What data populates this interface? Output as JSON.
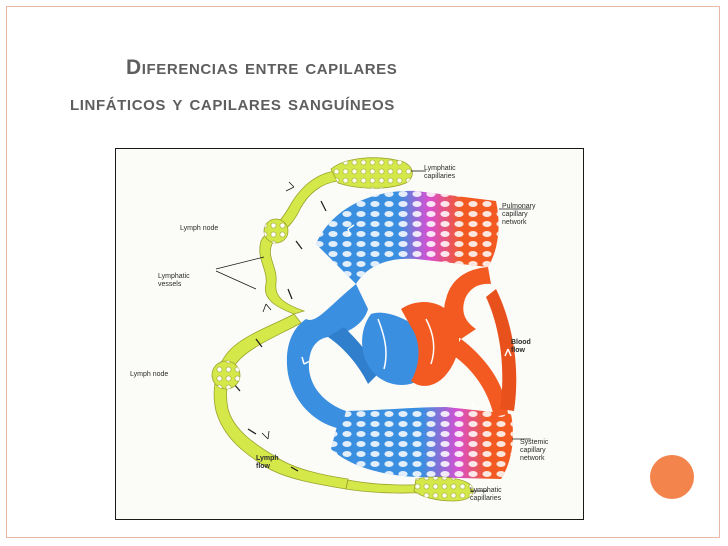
{
  "slide": {
    "title_line1": "Diferencias entre capilares",
    "title_line2": "linfáticos y capilares sanguíneos"
  },
  "diagram": {
    "labels": {
      "lymphatic_capillaries_top": [
        "Lymphatic",
        "capillaries"
      ],
      "pulmonary_network": [
        "Pulmonary",
        "capillary",
        "network"
      ],
      "lymph_node_upper": "Lymph node",
      "lymphatic_vessels": [
        "Lymphatic",
        "vessels"
      ],
      "blood_flow": [
        "Blood",
        "flow"
      ],
      "lymph_node_lower": "Lymph node",
      "systemic_network": [
        "Systemic",
        "capillary",
        "network"
      ],
      "lymph_flow": [
        "Lymph",
        "flow"
      ],
      "lymphatic_capillaries_bottom": [
        "Lymphatic",
        "capillaries"
      ]
    },
    "colors": {
      "lymph": "#d4e84a",
      "deoxygenated": "#3a8fe0",
      "oxygenated": "#f25a22",
      "mixing": "#d94fd0",
      "accent": "#f2844c"
    }
  }
}
